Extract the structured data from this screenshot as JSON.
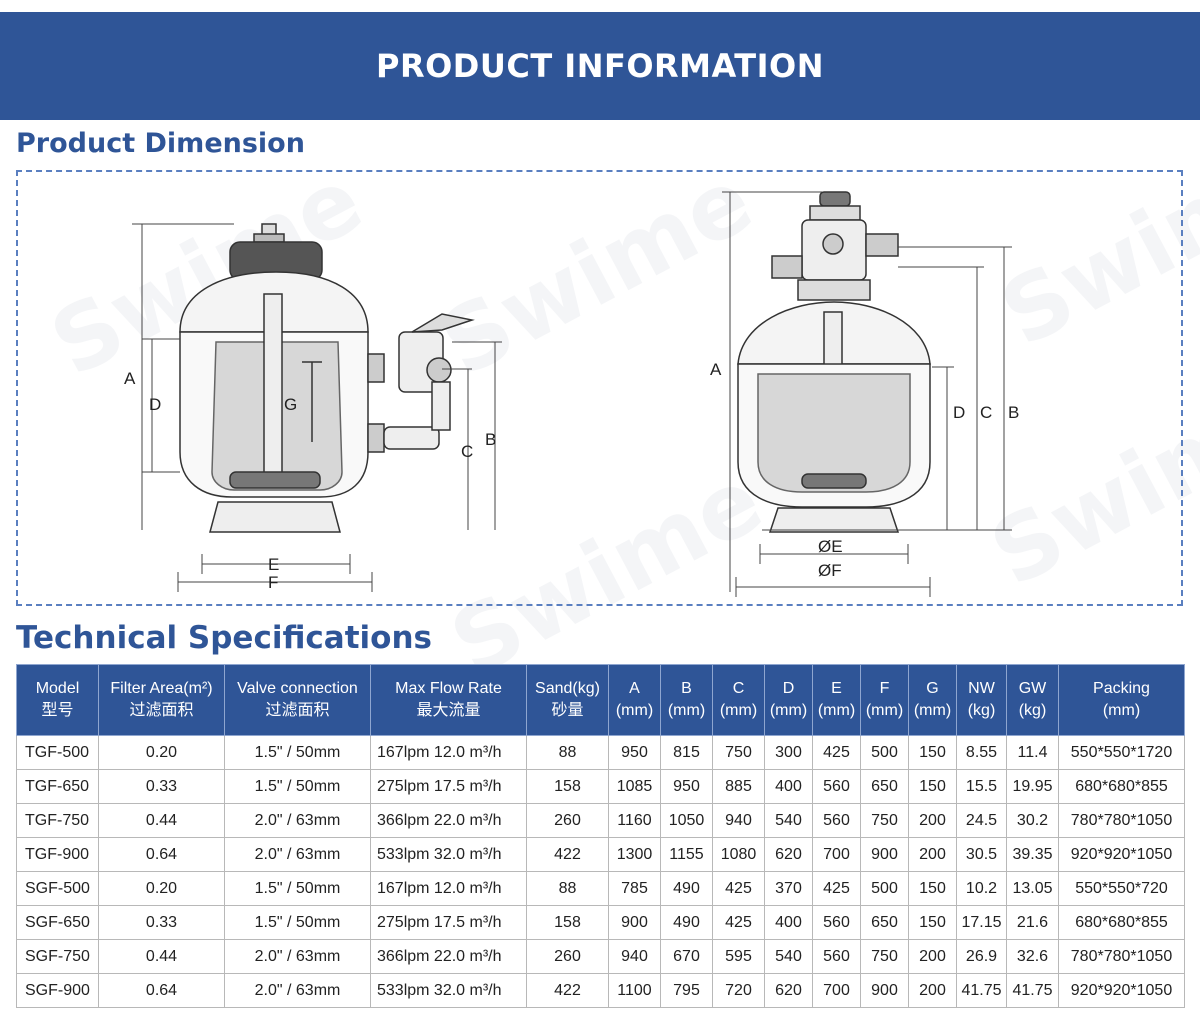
{
  "banner": {
    "title": "PRODUCT INFORMATION"
  },
  "dimension_section": {
    "title": "Product Dimension"
  },
  "watermark": {
    "text": "Swime"
  },
  "diagrams": {
    "side": {
      "labels": {
        "A": "A",
        "D": "D",
        "G": "G",
        "C": "C",
        "B": "B",
        "E": "E",
        "F": "F"
      }
    },
    "top": {
      "labels": {
        "A": "A",
        "D": "D",
        "C": "C",
        "B": "B",
        "E": "ØE",
        "F": "ØF"
      }
    }
  },
  "spec_section": {
    "title": "Technical Specifications"
  },
  "table": {
    "headers": [
      "Model\n型号",
      "Filter Area(m²)\n过滤面积",
      "Valve connection\n过滤面积",
      "Max Flow Rate\n最大流量",
      "Sand(kg)\n砂量",
      "A\n(mm)",
      "B\n(mm)",
      "C\n(mm)",
      "D\n(mm)",
      "E\n(mm)",
      "F\n(mm)",
      "G\n(mm)",
      "NW\n(kg)",
      "GW\n(kg)",
      "Packing\n(mm)"
    ],
    "rows": [
      [
        "TGF-500",
        "0.20",
        "1.5\" / 50mm",
        "167lpm 12.0 m³/h",
        "88",
        "950",
        "815",
        "750",
        "300",
        "425",
        "500",
        "150",
        "8.55",
        "11.4",
        "550*550*1720"
      ],
      [
        "TGF-650",
        "0.33",
        "1.5\" / 50mm",
        "275lpm 17.5 m³/h",
        "158",
        "1085",
        "950",
        "885",
        "400",
        "560",
        "650",
        "150",
        "15.5",
        "19.95",
        "680*680*855"
      ],
      [
        "TGF-750",
        "0.44",
        "2.0\" / 63mm",
        "366lpm 22.0 m³/h",
        "260",
        "1160",
        "1050",
        "940",
        "540",
        "560",
        "750",
        "200",
        "24.5",
        "30.2",
        "780*780*1050"
      ],
      [
        "TGF-900",
        "0.64",
        "2.0\" / 63mm",
        "533lpm 32.0 m³/h",
        "422",
        "1300",
        "1155",
        "1080",
        "620",
        "700",
        "900",
        "200",
        "30.5",
        "39.35",
        "920*920*1050"
      ],
      [
        "SGF-500",
        "0.20",
        "1.5\" / 50mm",
        "167lpm 12.0 m³/h",
        "88",
        "785",
        "490",
        "425",
        "370",
        "425",
        "500",
        "150",
        "10.2",
        "13.05",
        "550*550*720"
      ],
      [
        "SGF-650",
        "0.33",
        "1.5\" / 50mm",
        "275lpm 17.5 m³/h",
        "158",
        "900",
        "490",
        "425",
        "400",
        "560",
        "650",
        "150",
        "17.15",
        "21.6",
        "680*680*855"
      ],
      [
        "SGF-750",
        "0.44",
        "2.0\" / 63mm",
        "366lpm 22.0 m³/h",
        "260",
        "940",
        "670",
        "595",
        "540",
        "560",
        "750",
        "200",
        "26.9",
        "32.6",
        "780*780*1050"
      ],
      [
        "SGF-900",
        "0.64",
        "2.0\" / 63mm",
        "533lpm 32.0 m³/h",
        "422",
        "1100",
        "795",
        "720",
        "620",
        "700",
        "900",
        "200",
        "41.75",
        "41.75",
        "920*920*1050"
      ]
    ]
  }
}
